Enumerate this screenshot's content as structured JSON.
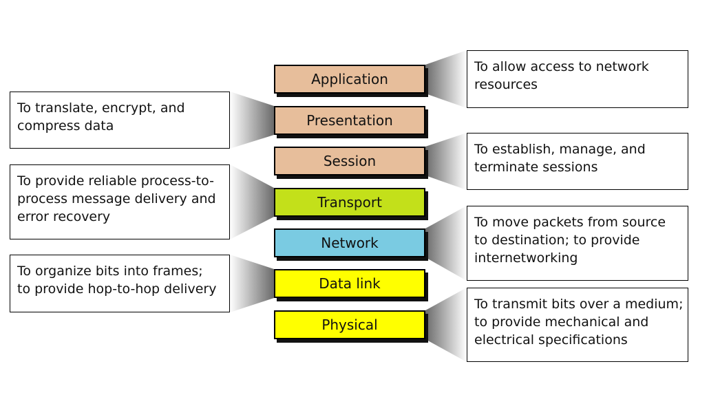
{
  "layers": [
    {
      "label": "Application",
      "color": "#e7be9b"
    },
    {
      "label": "Presentation",
      "color": "#e7be9b"
    },
    {
      "label": "Session",
      "color": "#e7be9b"
    },
    {
      "label": "Transport",
      "color": "#c3e01a"
    },
    {
      "label": "Network",
      "color": "#7acbe2"
    },
    {
      "label": "Data link",
      "color": "#ffff00"
    },
    {
      "label": "Physical",
      "color": "#ffff00"
    }
  ],
  "descriptions": [
    {
      "layer": "Application",
      "lines": [
        "To allow access to network",
        "resources"
      ]
    },
    {
      "layer": "Presentation",
      "lines": [
        "To translate, encrypt, and",
        "compress data"
      ]
    },
    {
      "layer": "Session",
      "lines": [
        "To establish, manage, and",
        "terminate sessions"
      ]
    },
    {
      "layer": "Transport",
      "lines": [
        "To provide reliable process-to-",
        "process message delivery and",
        "error recovery"
      ]
    },
    {
      "layer": "Network",
      "lines": [
        "To move packets from source",
        "to destination; to provide",
        "internetworking"
      ]
    },
    {
      "layer": "Data link",
      "lines": [
        "To organize bits into frames;",
        "to provide hop-to-hop delivery"
      ]
    },
    {
      "layer": "Physical",
      "lines": [
        "To transmit bits over a medium;",
        "to provide mechanical and",
        "electrical specifications"
      ]
    }
  ]
}
